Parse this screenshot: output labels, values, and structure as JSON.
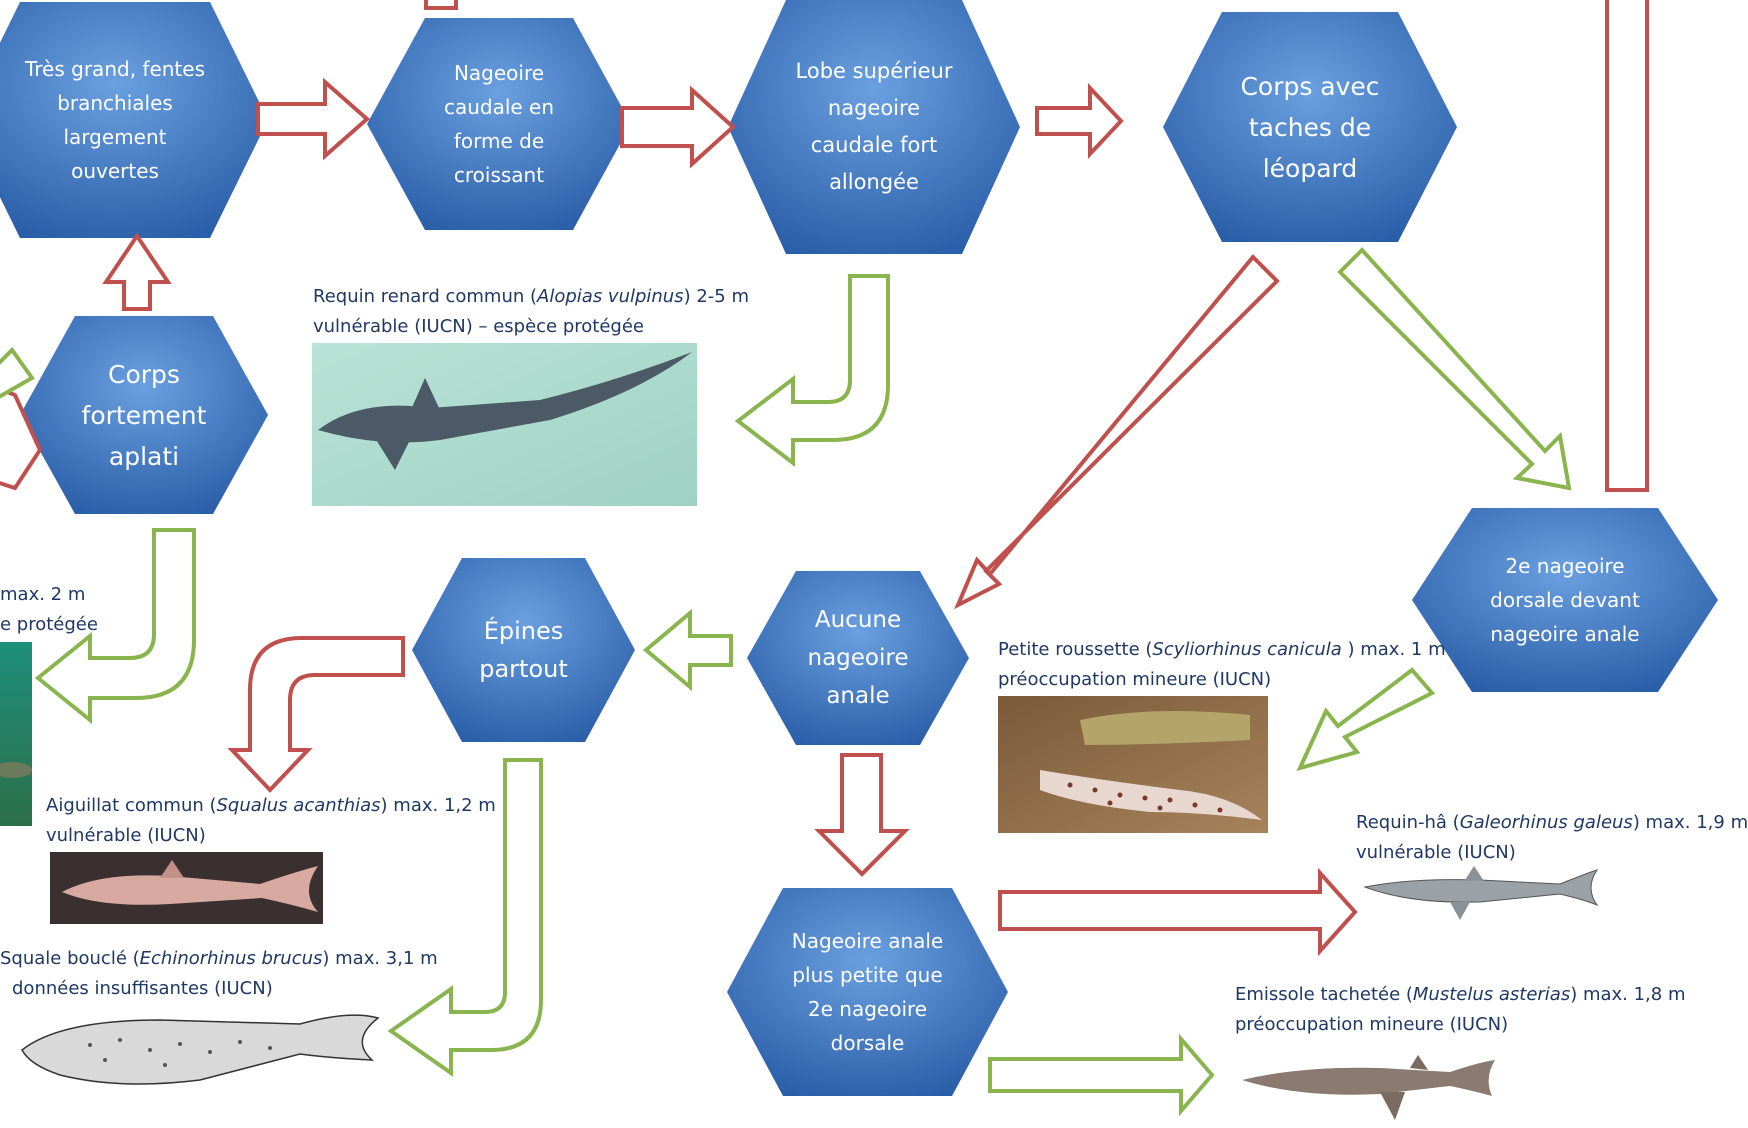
{
  "colors": {
    "hex_fill_light": "#6aa0e0",
    "hex_fill_dark": "#2a5ea8",
    "arrow_red": "#c0504d",
    "arrow_green": "#8ab44e",
    "caption_text": "#1f3864"
  },
  "nodes": {
    "tres_grand": "Très grand, fentes\nbranchiales\nlargement\nouvertes",
    "croissant": "Nageoire\ncaudale en\nforme de\ncroissant",
    "lobe_superieur": "Lobe supérieur\nnageoire\ncaudale fort\nallongée",
    "leopard": "Corps avec\ntaches de\nléopard",
    "aplati": "Corps\nfortement\naplati",
    "epines": "Épines\npartout",
    "aucune_anale": "Aucune\nnageoire\nanale",
    "dorsale_devant": "2e nageoire\ndorsale  devant\nnageoire anale",
    "anale_petite": "Nageoire anale\nplus petite que\n2e nageoire\ndorsale"
  },
  "species": {
    "renard": {
      "common": "Requin renard commun (",
      "latin": "Alopias vulpinus",
      "after": ") 2-5 m",
      "status": "vulnérable (IUCN)  – espèce protégée",
      "image": "thresher-shark-photo"
    },
    "partial_left": {
      "line1": "max. 2 m",
      "line2": "e protégée",
      "image": "shark-photo-green-water"
    },
    "aiguillat": {
      "common": "Aiguillat commun (",
      "latin": "Squalus acanthias",
      "after": ") max.  1,2 m",
      "status": "vulnérable (IUCN)",
      "image": "spiny-dogfish-photo"
    },
    "squale_boucle": {
      "common": "Squale bouclé (",
      "latin": "Echinorhinus brucus",
      "after": ") max. 3,1 m",
      "status": "données insuffisantes  (IUCN)",
      "image": "bramble-shark-drawing"
    },
    "roussette": {
      "common": "Petite roussette (",
      "latin": "Scyliorhinus canicula",
      "after": " ) max. 1 m",
      "status": "préoccupation mineure (IUCN)",
      "image": "catshark-photo"
    },
    "requin_ha": {
      "common": "Requin-hâ (",
      "latin": "Galeorhinus galeus",
      "after": ") max. 1,9 m",
      "status": "vulnérable (IUCN)",
      "image": "tope-shark-drawing"
    },
    "emissole": {
      "common": "Emissole tachetée (",
      "latin": "Mustelus asterias",
      "after": ")  max. 1,8 m",
      "status": "préoccupation mineure (IUCN)",
      "image": "smooth-hound-photo"
    }
  }
}
